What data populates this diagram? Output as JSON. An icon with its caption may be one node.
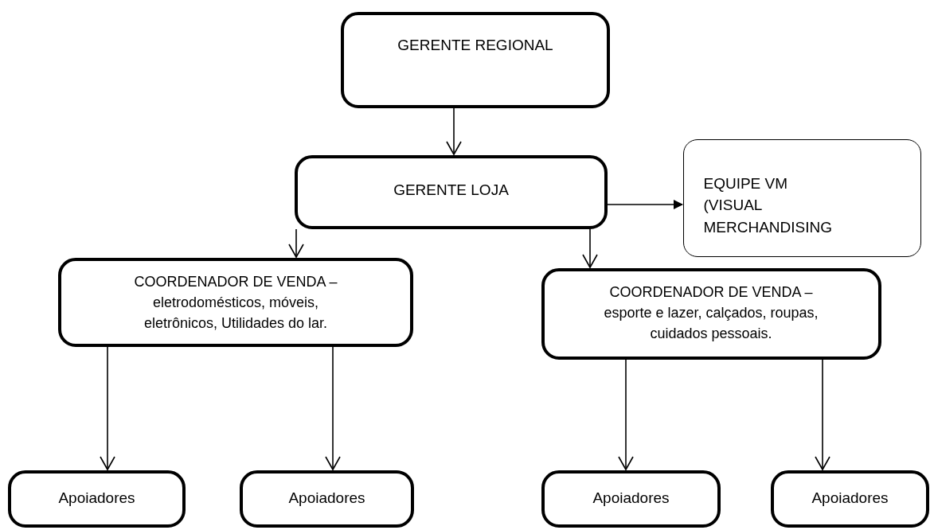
{
  "diagram": {
    "nodes": [
      {
        "text": [
          "GERENTE REGIONAL"
        ]
      },
      {
        "text": [
          "GERENTE LOJA"
        ]
      },
      {
        "text": [
          "EQUIPE VM (VISUAL MERCHANDISING"
        ]
      },
      {
        "text": [
          "COORDENADOR DE VENDA – eletrodomésticos, móveis, eletrônicos, Utilidades do lar."
        ]
      },
      {
        "text": [
          "COORDENADOR DE VENDA – esporte e lazer, calçados, roupas, cuidados pessoais."
        ]
      },
      {
        "text": [
          "Apoiadores"
        ]
      },
      {
        "text": [
          "Apoiadores"
        ]
      },
      {
        "text": [
          "Apoiadores"
        ]
      },
      {
        "text": [
          "Apoiadores"
        ]
      }
    ],
    "edges": [
      {
        "from": 0,
        "to": 1,
        "arrow": "to"
      },
      {
        "from": 1,
        "to": 2,
        "arrow": "to"
      },
      {
        "from": 1,
        "to": 3,
        "arrow": "to"
      },
      {
        "from": 1,
        "to": 4,
        "arrow": "to"
      },
      {
        "from": 3,
        "to": 5,
        "arrow": "to"
      },
      {
        "from": 3,
        "to": 6,
        "arrow": "to"
      },
      {
        "from": 4,
        "to": 7,
        "arrow": "to"
      },
      {
        "from": 4,
        "to": 8,
        "arrow": "to"
      }
    ]
  }
}
